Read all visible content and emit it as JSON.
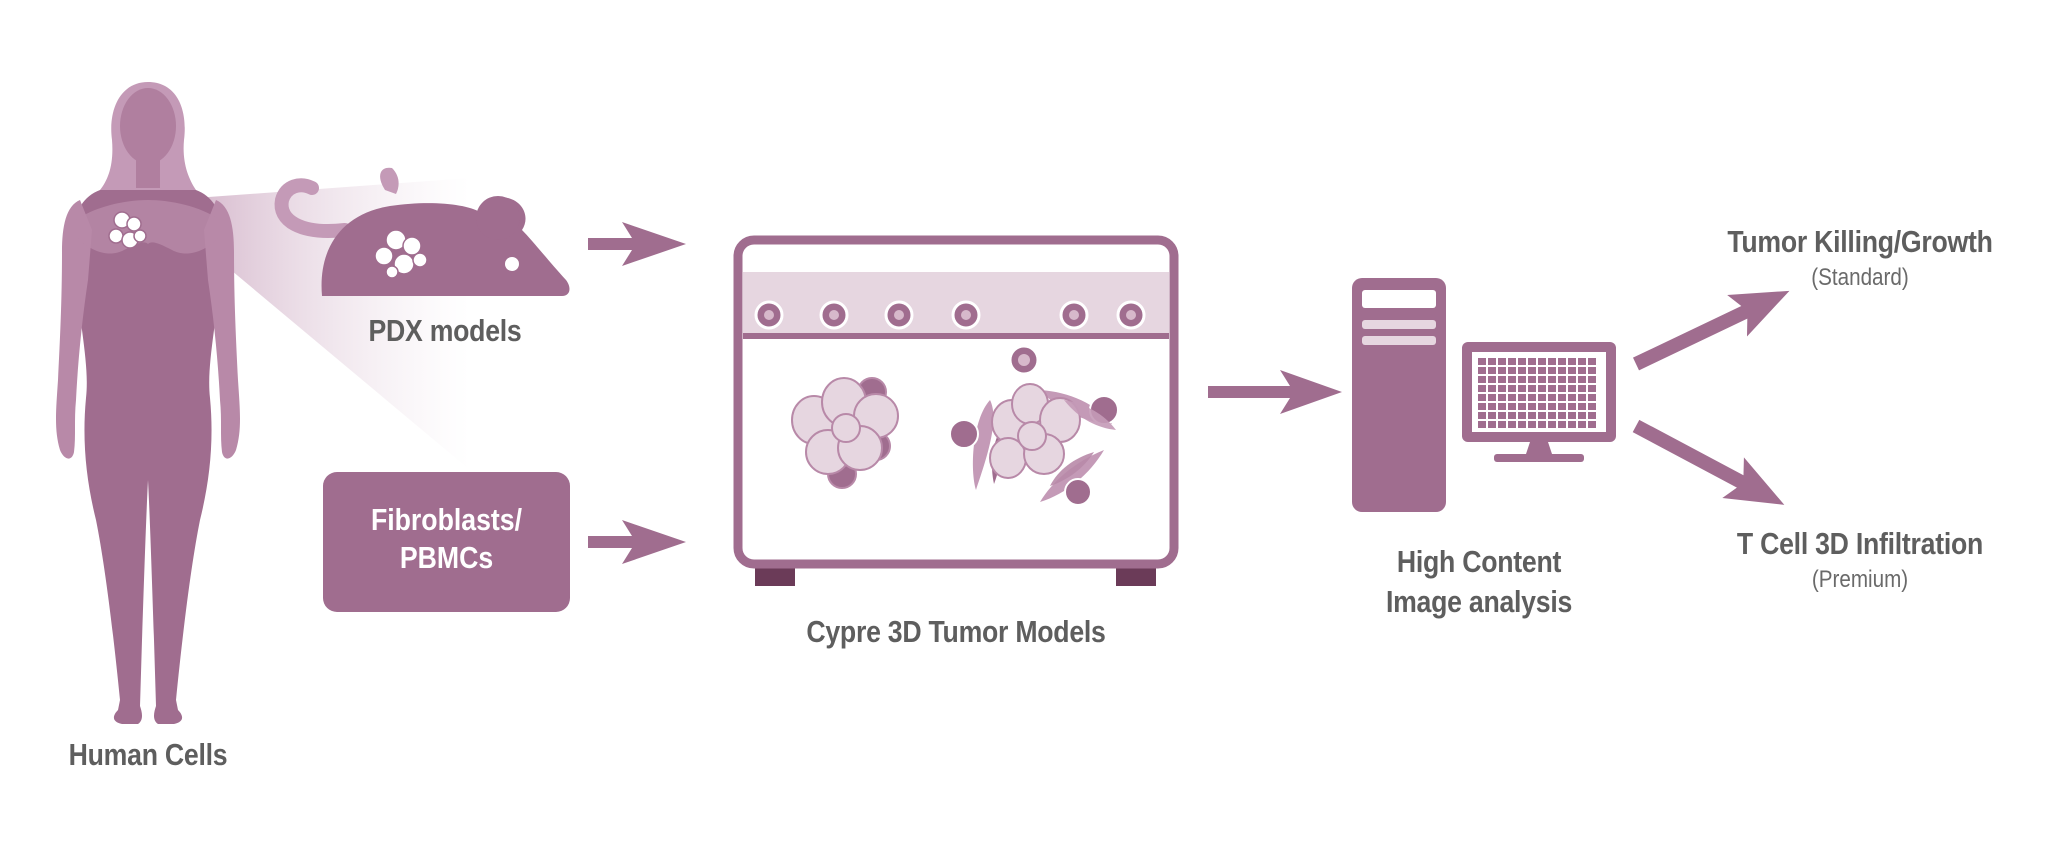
{
  "colors": {
    "primary": "#a06d8f",
    "light": "#e2cfdc",
    "dark": "#6b3b58",
    "text": "#5e5e5e"
  },
  "nodes": {
    "human_cells": "Human Cells",
    "pdx_models": "PDX models",
    "fibroblasts_line1": "Fibroblasts/",
    "fibroblasts_line2": "PBMCs",
    "cypre_models": "Cypre 3D Tumor Models",
    "high_content_line1": "High Content",
    "high_content_line2": "Image analysis",
    "tumor_killing": "Tumor Killing/Growth",
    "tumor_killing_tier": "(Standard)",
    "t_cell": "T Cell 3D Infiltration",
    "t_cell_tier": "(Premium)"
  },
  "icons": [
    "woman-silhouette-icon",
    "mouse-icon",
    "tumor-cluster-icon",
    "culture-plate-icon",
    "computer-tower-icon",
    "monitor-icon"
  ]
}
